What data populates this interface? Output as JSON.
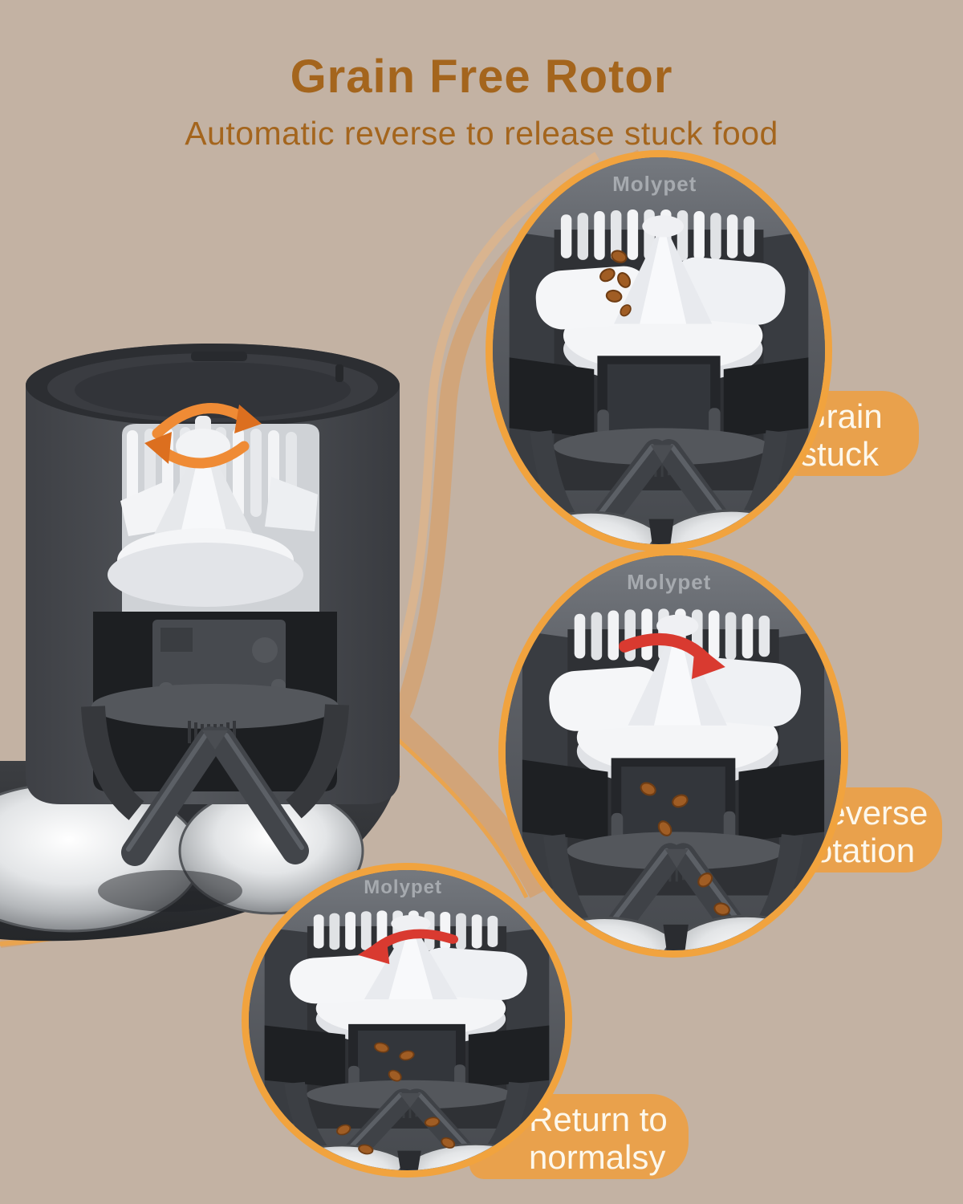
{
  "header": {
    "title": "Grain Free Rotor",
    "subtitle": "Automatic reverse to release stuck food"
  },
  "brand": "Molypet",
  "steps": [
    {
      "line1": "Grain",
      "line2": "stuck",
      "arrow": "none"
    },
    {
      "line1": "Reverse",
      "line2": "rotation",
      "arrow": "red-clockwise"
    },
    {
      "line1": "Return to",
      "line2": "normalsy",
      "arrow": "red-counterclockwise"
    }
  ],
  "colors": {
    "background": "#C3B2A3",
    "heading": "#A4651D",
    "ring": "#F1A33E",
    "label_bg": "#E9A14C",
    "label_text": "#FDF8EC",
    "red_arrow": "#D93A30",
    "orange_arrow": "#EF8B35",
    "swoosh_tan": "#D2A478"
  }
}
